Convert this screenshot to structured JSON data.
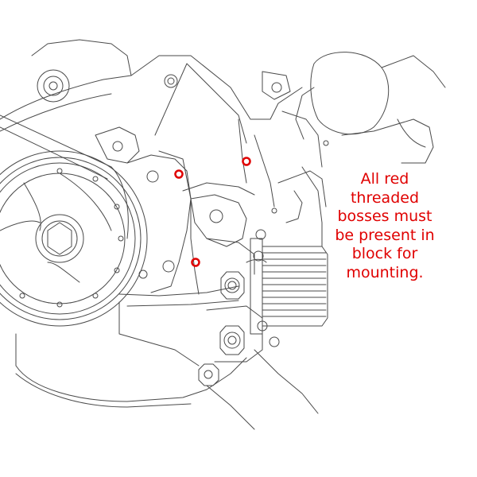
{
  "note": {
    "lines": [
      "All red",
      "threaded",
      "bosses must",
      "be present in",
      "block for",
      "mounting."
    ],
    "color": "#e00000"
  },
  "colors": {
    "line": "#4a4a4a",
    "boss_marker": "#e00000",
    "background": "#ffffff"
  }
}
